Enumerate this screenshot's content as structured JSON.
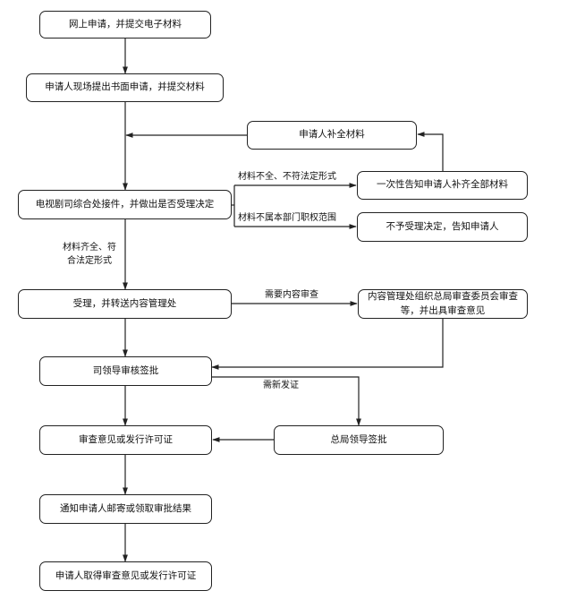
{
  "nodes": {
    "online_apply": "网上申请，并提交电子材料",
    "onsite_apply": "申请人现场提出书面申请，并提交材料",
    "supplement": "申请人补全材料",
    "accept_decision": "电视剧司综合处接件，并做出是否受理决定",
    "notify_once": "一次性告知申请人补齐全部材料",
    "not_accept": "不予受理决定，告知申请人",
    "accept_transfer": "受理，并转送内容管理处",
    "review_committee_line1": "内容管理处组织总局审查委员会审查",
    "review_committee_line2": "等，并出具审查意见",
    "director_review": "司领导审核签批",
    "bureau_sign": "总局领导签批",
    "issue_opinion": "审查意见或发行许可证",
    "notify_pickup": "通知申请人邮寄或领取审批结果",
    "receive": "申请人取得审查意见或发行许可证"
  },
  "labels": {
    "incomplete": "材料不全、不符法定形式",
    "out_of_scope": "材料不属本部门职权范围",
    "complete_line1": "材料齐全、符",
    "complete_line2": "合法定形式",
    "needs_review": "需要内容审查",
    "needs_reissue": "需新发证"
  }
}
